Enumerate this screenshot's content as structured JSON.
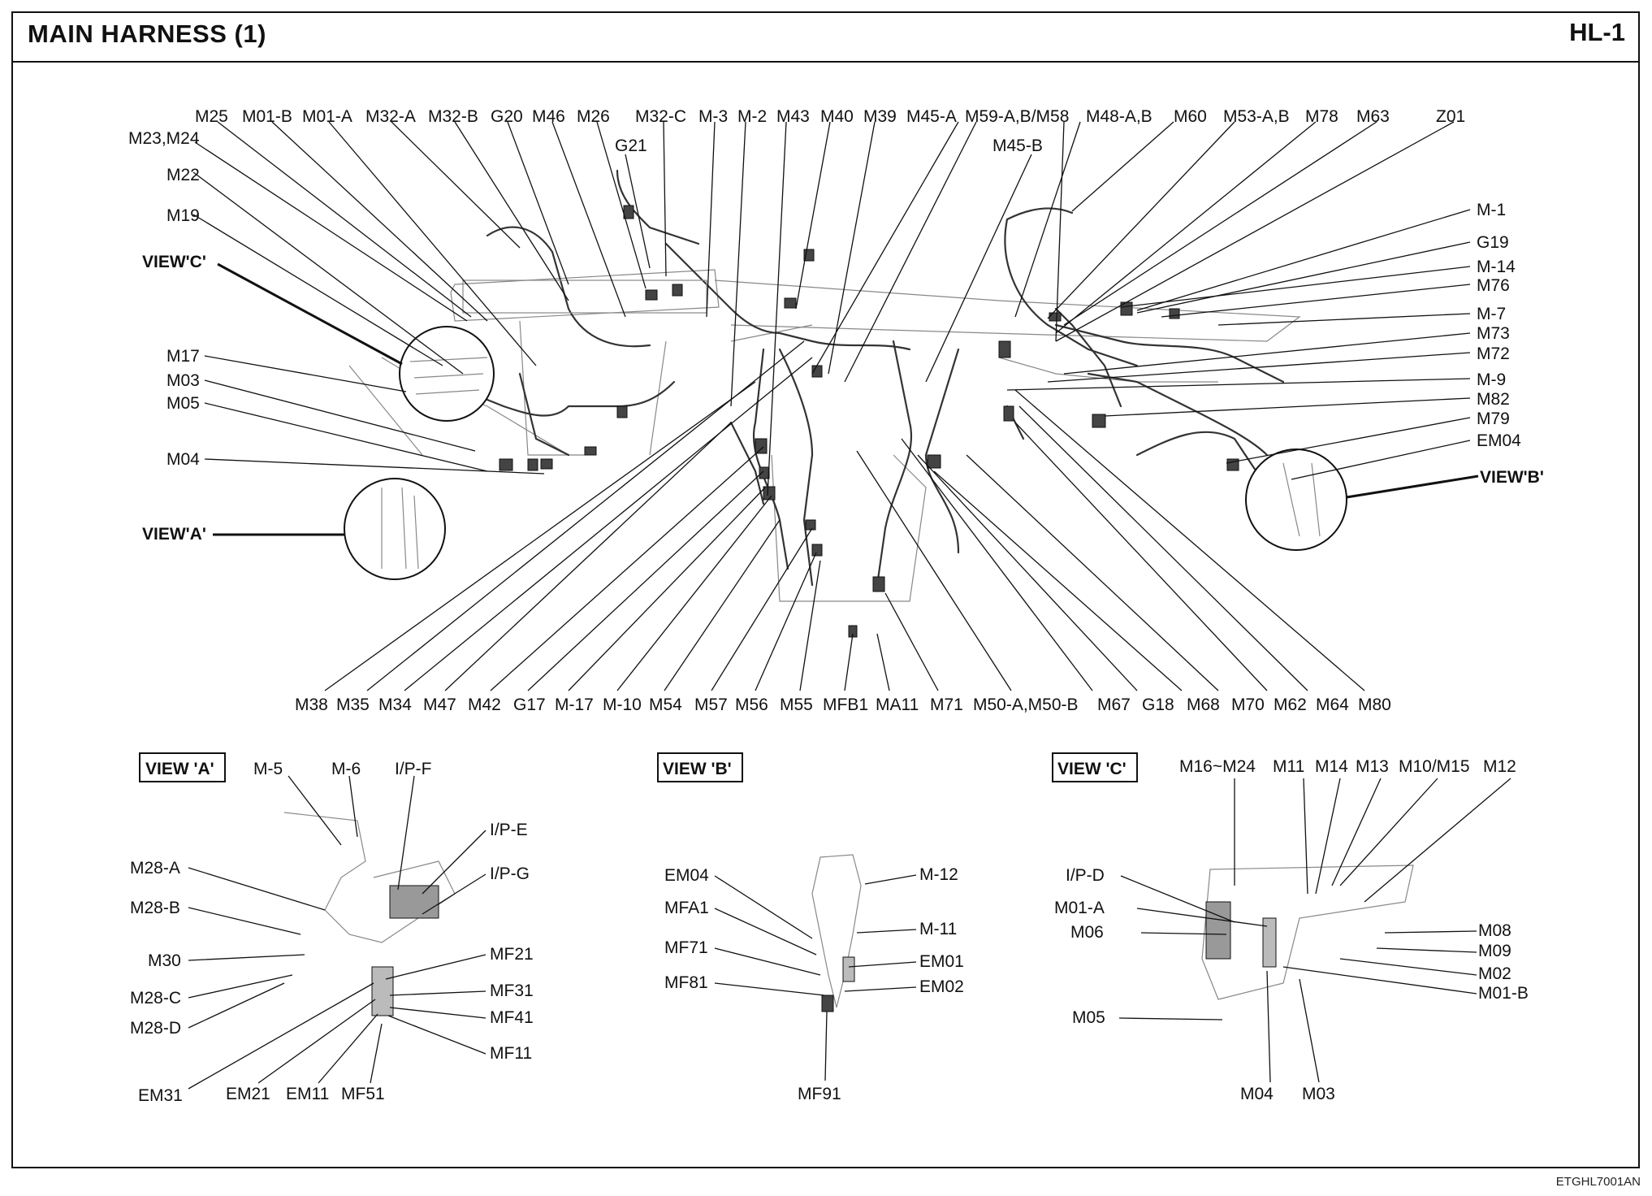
{
  "header": {
    "title": "MAIN HARNESS (1)",
    "page_id": "HL-1"
  },
  "footer": {
    "doc_id": "ETGHL7001AN"
  },
  "labels": {
    "m25": "M25",
    "m01b": "M01-B",
    "m01a": "M01-A",
    "m32a": "M32-A",
    "m32b": "M32-B",
    "g20": "G20",
    "m46": "M46",
    "m26": "M26",
    "m32c": "M32-C",
    "m3": "M-3",
    "m2": "M-2",
    "m43": "M43",
    "m40": "M40",
    "m39": "M39",
    "m45a": "M45-A",
    "m59": "M59-A,B/M58",
    "m48": "M48-A,B",
    "m60": "M60",
    "m53": "M53-A,B",
    "m78": "M78",
    "m63": "M63",
    "z01": "Z01",
    "m2324": "M23,M24",
    "g21": "G21",
    "m45b": "M45-B",
    "m22": "M22",
    "m19": "M19",
    "viewc_ptr": "VIEW'C'",
    "m17": "M17",
    "m03": "M03",
    "m05": "M05",
    "m04": "M04",
    "viewa_ptr": "VIEW'A'",
    "m1": "M-1",
    "g19": "G19",
    "m14": "M-14",
    "m76": "M76",
    "m7": "M-7",
    "m73": "M73",
    "m72": "M72",
    "m9": "M-9",
    "m82": "M82",
    "m79": "M79",
    "em04": "EM04",
    "viewb_ptr": "VIEW'B'",
    "m38": "M38",
    "m35": "M35",
    "m34": "M34",
    "m47": "M47",
    "m42": "M42",
    "g17": "G17",
    "m17b": "M-17",
    "m10": "M-10",
    "m54": "M54",
    "m57": "M57",
    "m56": "M56",
    "m55": "M55",
    "mfb1": "MFB1",
    "ma11": "MA11",
    "m71": "M71",
    "m50": "M50-A,M50-B",
    "m67": "M67",
    "g18": "G18",
    "m68": "M68",
    "m70": "M70",
    "m62": "M62",
    "m64": "M64",
    "m80": "M80"
  },
  "views": {
    "a": {
      "title": "VIEW 'A'",
      "labels": {
        "m5": "M-5",
        "m6": "M-6",
        "ipf": "I/P-F",
        "ipe": "I/P-E",
        "ipg": "I/P-G",
        "m28a": "M28-A",
        "m28b": "M28-B",
        "m30": "M30",
        "m28c": "M28-C",
        "m28d": "M28-D",
        "mf21": "MF21",
        "mf31": "MF31",
        "mf41": "MF41",
        "mf11": "MF11",
        "em31": "EM31",
        "em21": "EM21",
        "em11": "EM11",
        "mf51": "MF51"
      }
    },
    "b": {
      "title": "VIEW 'B'",
      "labels": {
        "em04": "EM04",
        "mfa1": "MFA1",
        "mf71": "MF71",
        "mf81": "MF81",
        "mf91": "MF91",
        "m12": "M-12",
        "m11": "M-11",
        "em01": "EM01",
        "em02": "EM02"
      }
    },
    "c": {
      "title": "VIEW 'C'",
      "labels": {
        "m1624": "M16~M24",
        "m11": "M11",
        "m14": "M14",
        "m13": "M13",
        "m1015": "M10/M15",
        "m12": "M12",
        "ipd": "I/P-D",
        "m01a": "M01-A",
        "m06": "M06",
        "m05": "M05",
        "m04": "M04",
        "m03": "M03",
        "m08": "M08",
        "m09": "M09",
        "m02": "M02",
        "m01b": "M01-B"
      }
    }
  }
}
